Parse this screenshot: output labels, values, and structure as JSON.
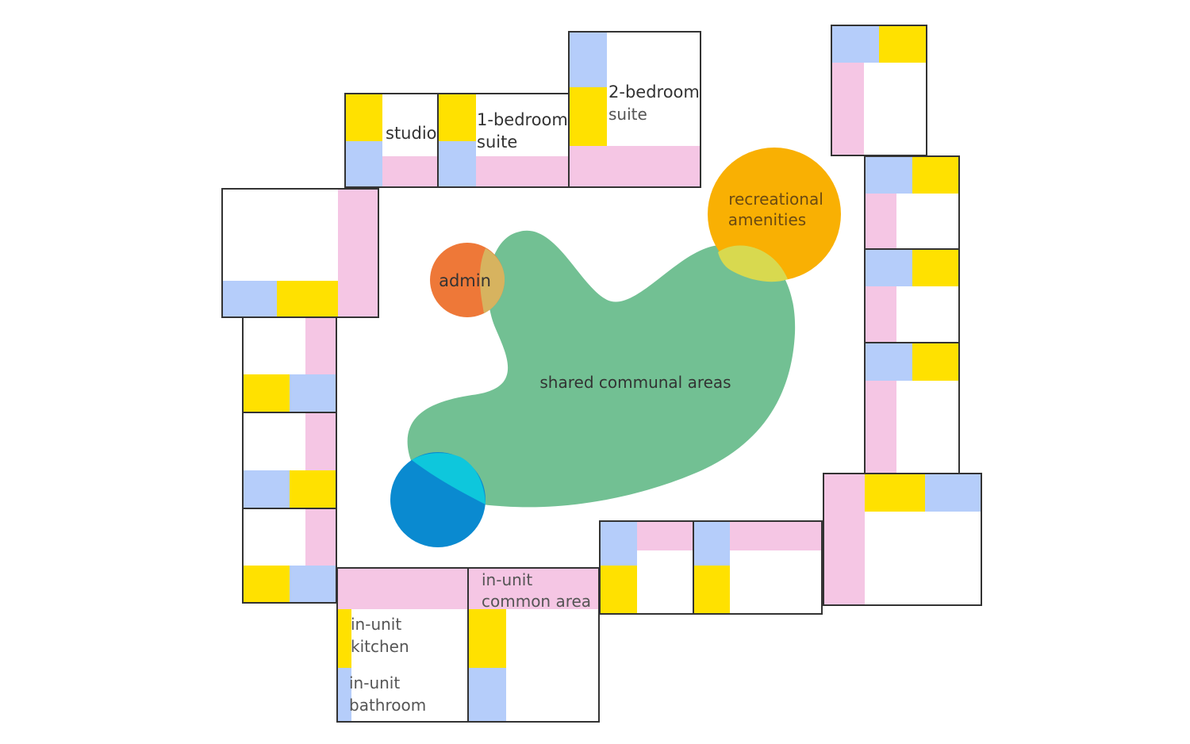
{
  "colors": {
    "kitchen": "#ffe100",
    "bathroom": "#b5cdfa",
    "common_area": "#f5c6e4",
    "shared": "#72c093",
    "admin": "#ee7838",
    "recreational": "#f9b003",
    "blue_circle": "#0a8ad0",
    "overlap_cyan": "#0ec7dc",
    "overlap_admin": "#d7b35f",
    "overlap_rec": "#d8d94f",
    "outline": "#333333"
  },
  "labels": {
    "studio": "studio",
    "one_bedroom_1": "1-bedroom",
    "one_bedroom_2": "suite",
    "two_bedroom_1": "2-bedroom",
    "two_bedroom_2": "suite",
    "recreational_1": "recreational",
    "recreational_2": "amenities",
    "admin": "admin",
    "shared": "shared communal areas",
    "common_1": "in-unit",
    "common_2": "common area",
    "kitchen_1": "in-unit",
    "kitchen_2": "kitchen",
    "bathroom_1": "in-unit",
    "bathroom_2": "bathroom"
  }
}
